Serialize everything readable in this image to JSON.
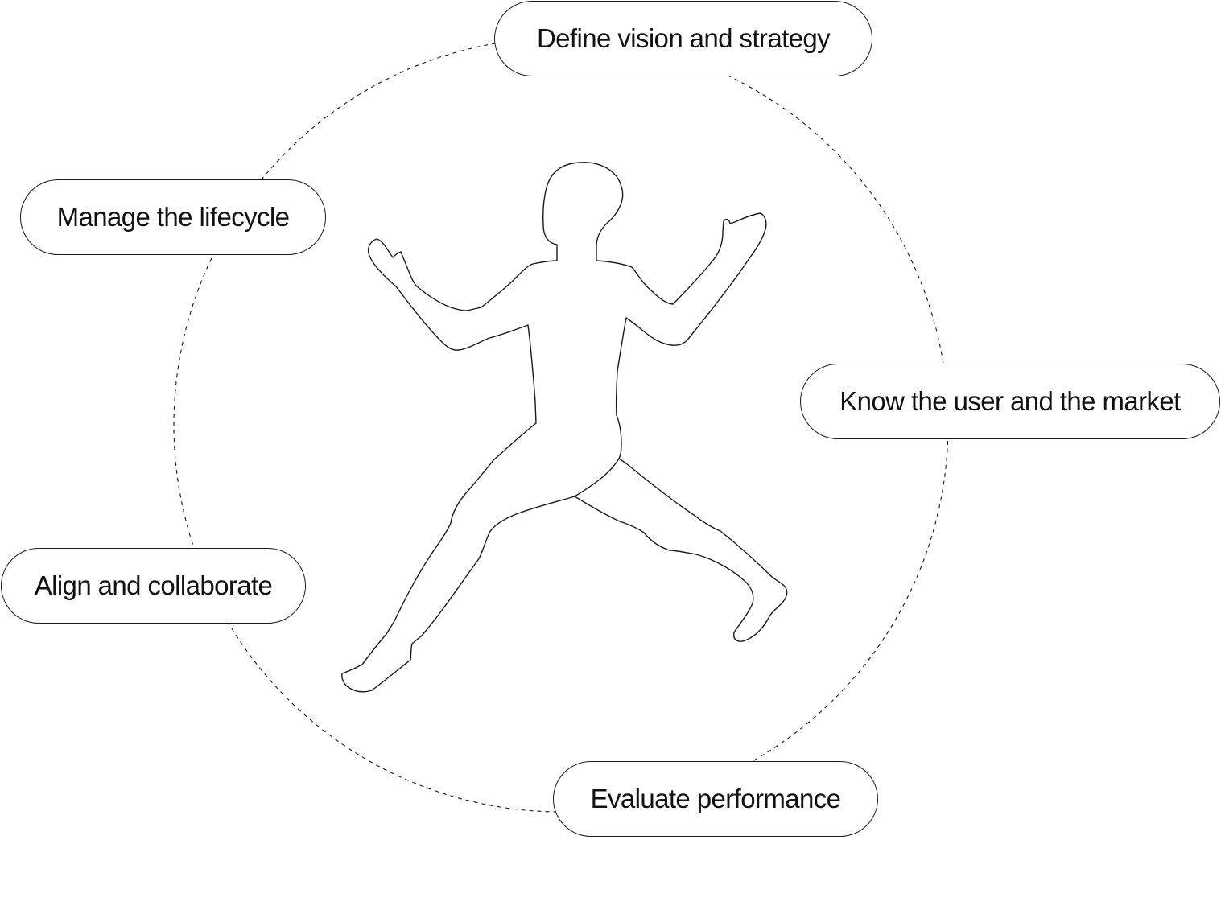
{
  "colors": {
    "line": "#1a1a1a",
    "background": "#ffffff"
  },
  "cycle": {
    "steps": [
      {
        "label": "Define vision and strategy"
      },
      {
        "label": "Know the user and the market"
      },
      {
        "label": "Evaluate performance"
      },
      {
        "label": "Align and collaborate"
      },
      {
        "label": "Manage the lifecycle"
      }
    ]
  },
  "icons": {
    "center": "dancing-person-silhouette-icon",
    "connector": "dashed-circle"
  }
}
